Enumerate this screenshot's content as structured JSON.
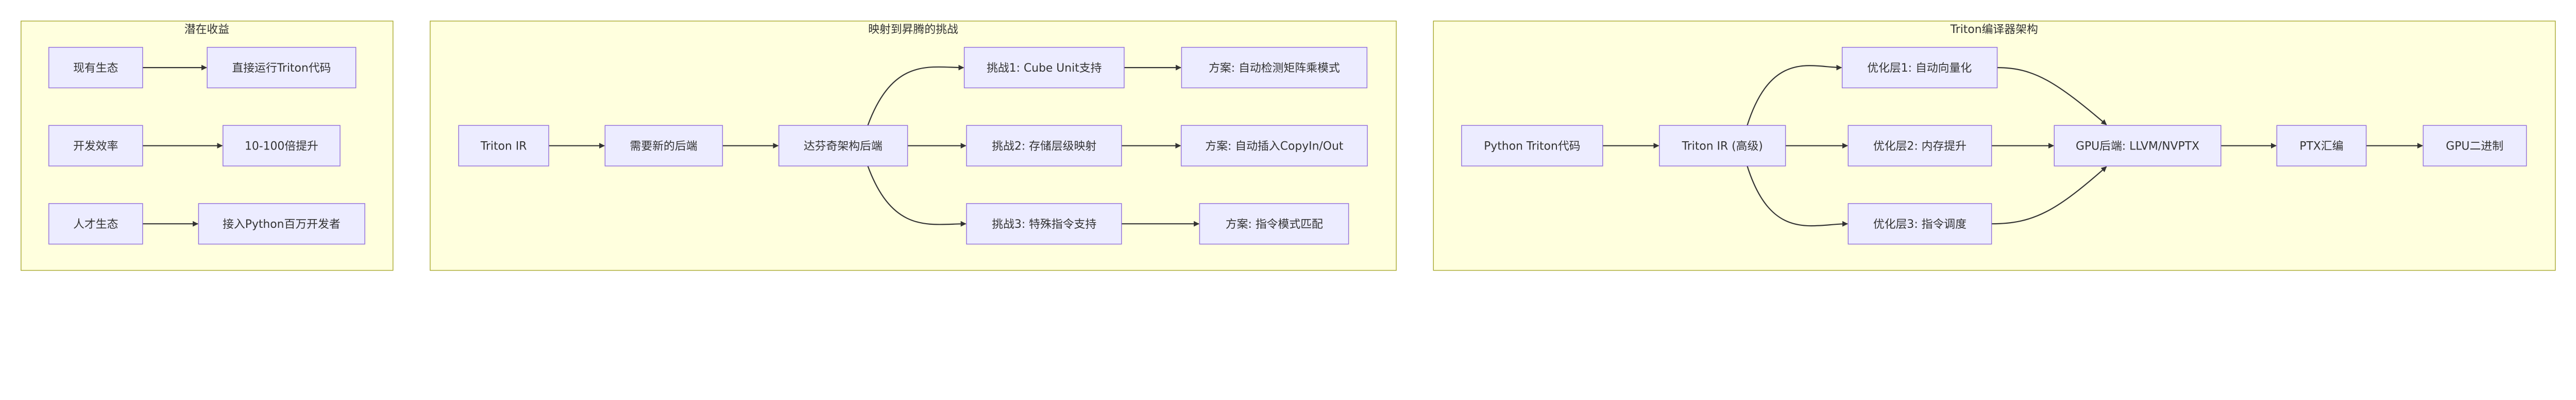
{
  "colors": {
    "cluster_fill": "#ffffde",
    "cluster_border": "#aaaa33",
    "node_fill": "#ececff",
    "node_border": "#9370db",
    "edge": "#333333"
  },
  "benefits": {
    "title": "潜在收益",
    "nodes": [
      "现有生态",
      "直接运行Triton代码",
      "开发效率",
      "10-100倍提升",
      "人才生态",
      "接入Python百万开发者"
    ]
  },
  "ascend": {
    "title": "映射到昇腾的挑战",
    "nodes": [
      "Triton IR",
      "需要新的后端",
      "达芬奇架构后端",
      "挑战1: Cube Unit支持",
      "方案: 自动检测矩阵乘模式",
      "挑战2: 存储层级映射",
      "方案: 自动插入CopyIn/Out",
      "挑战3: 特殊指令支持",
      "方案: 指令模式匹配"
    ]
  },
  "compiler": {
    "title": "Triton编译器架构",
    "nodes": [
      "Python Triton代码",
      "Triton IR (高级)",
      "优化层1: 自动向量化",
      "优化层2: 内存提升",
      "优化层3: 指令调度",
      "GPU后端: LLVM/NVPTX",
      "PTX汇编",
      "GPU二进制"
    ]
  }
}
